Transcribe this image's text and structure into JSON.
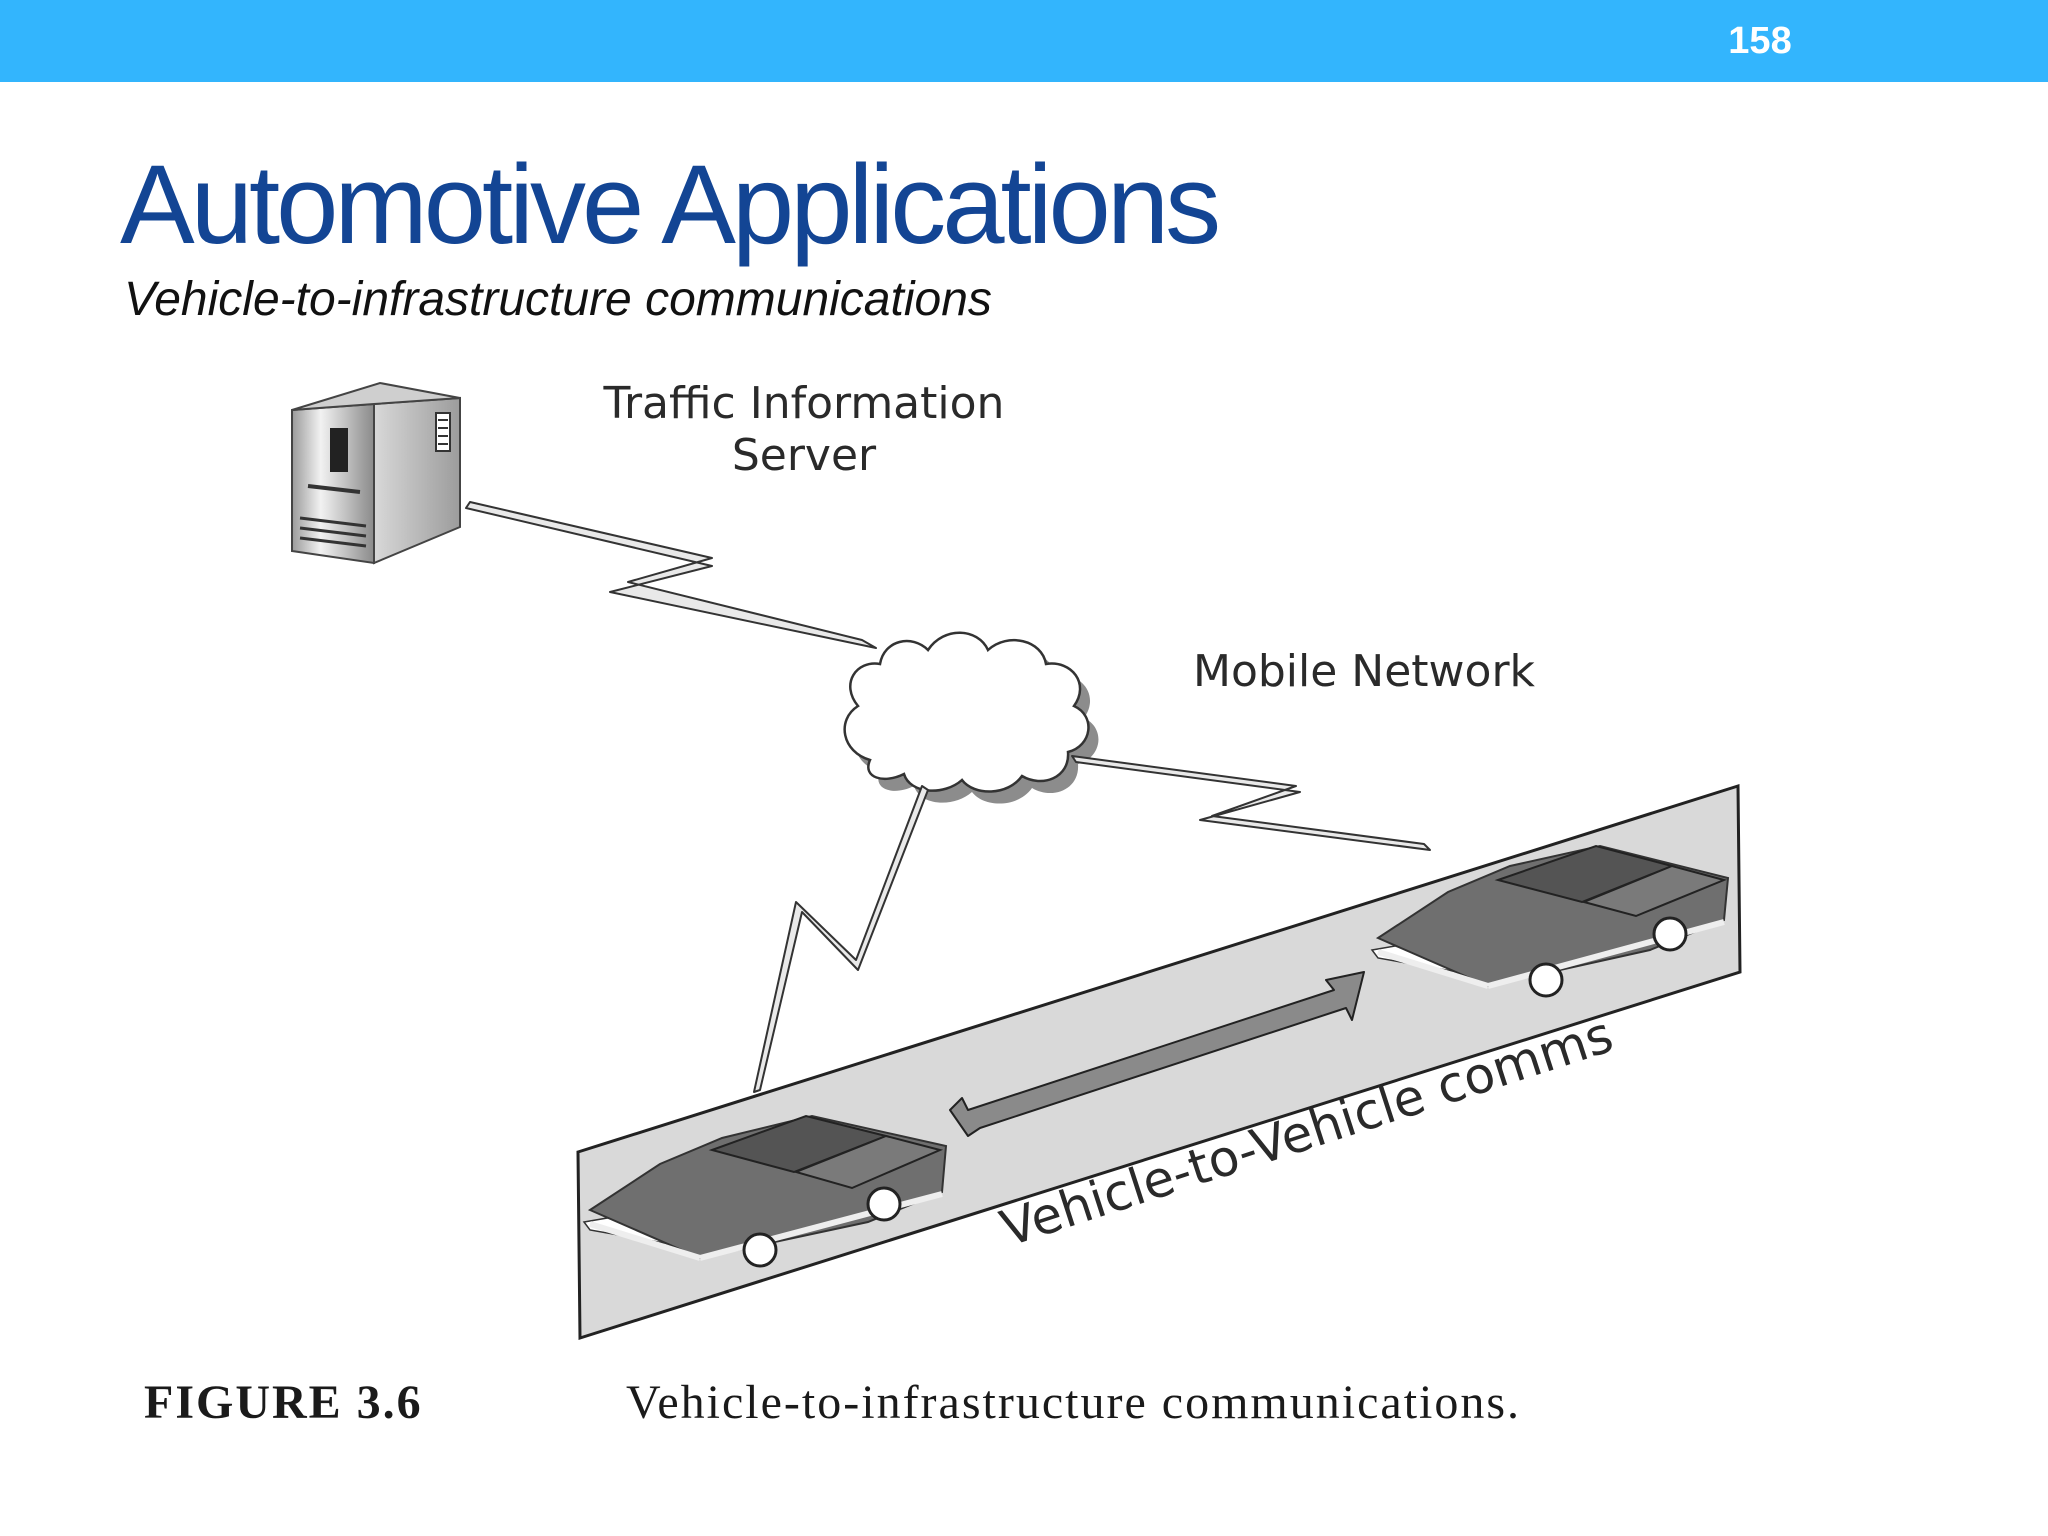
{
  "header": {
    "slide_number": "158",
    "accent_color": "#33b5fd"
  },
  "slide": {
    "title": "Automotive Applications",
    "subtitle": "Vehicle-to-infrastructure communications",
    "title_color": "#134594"
  },
  "figure": {
    "server_label_line1": "Traffic Information",
    "server_label_line2": "Server",
    "network_label": "Mobile Network",
    "v2v_label": "Vehicle-to-Vehicle comms",
    "caption_number": "FIGURE 3.6",
    "caption_text": "Vehicle-to-infrastructure communications.",
    "icons": [
      "server-icon",
      "cloud-icon",
      "car-icon",
      "car-icon",
      "double-arrow-icon",
      "lightning-link-icon"
    ]
  }
}
